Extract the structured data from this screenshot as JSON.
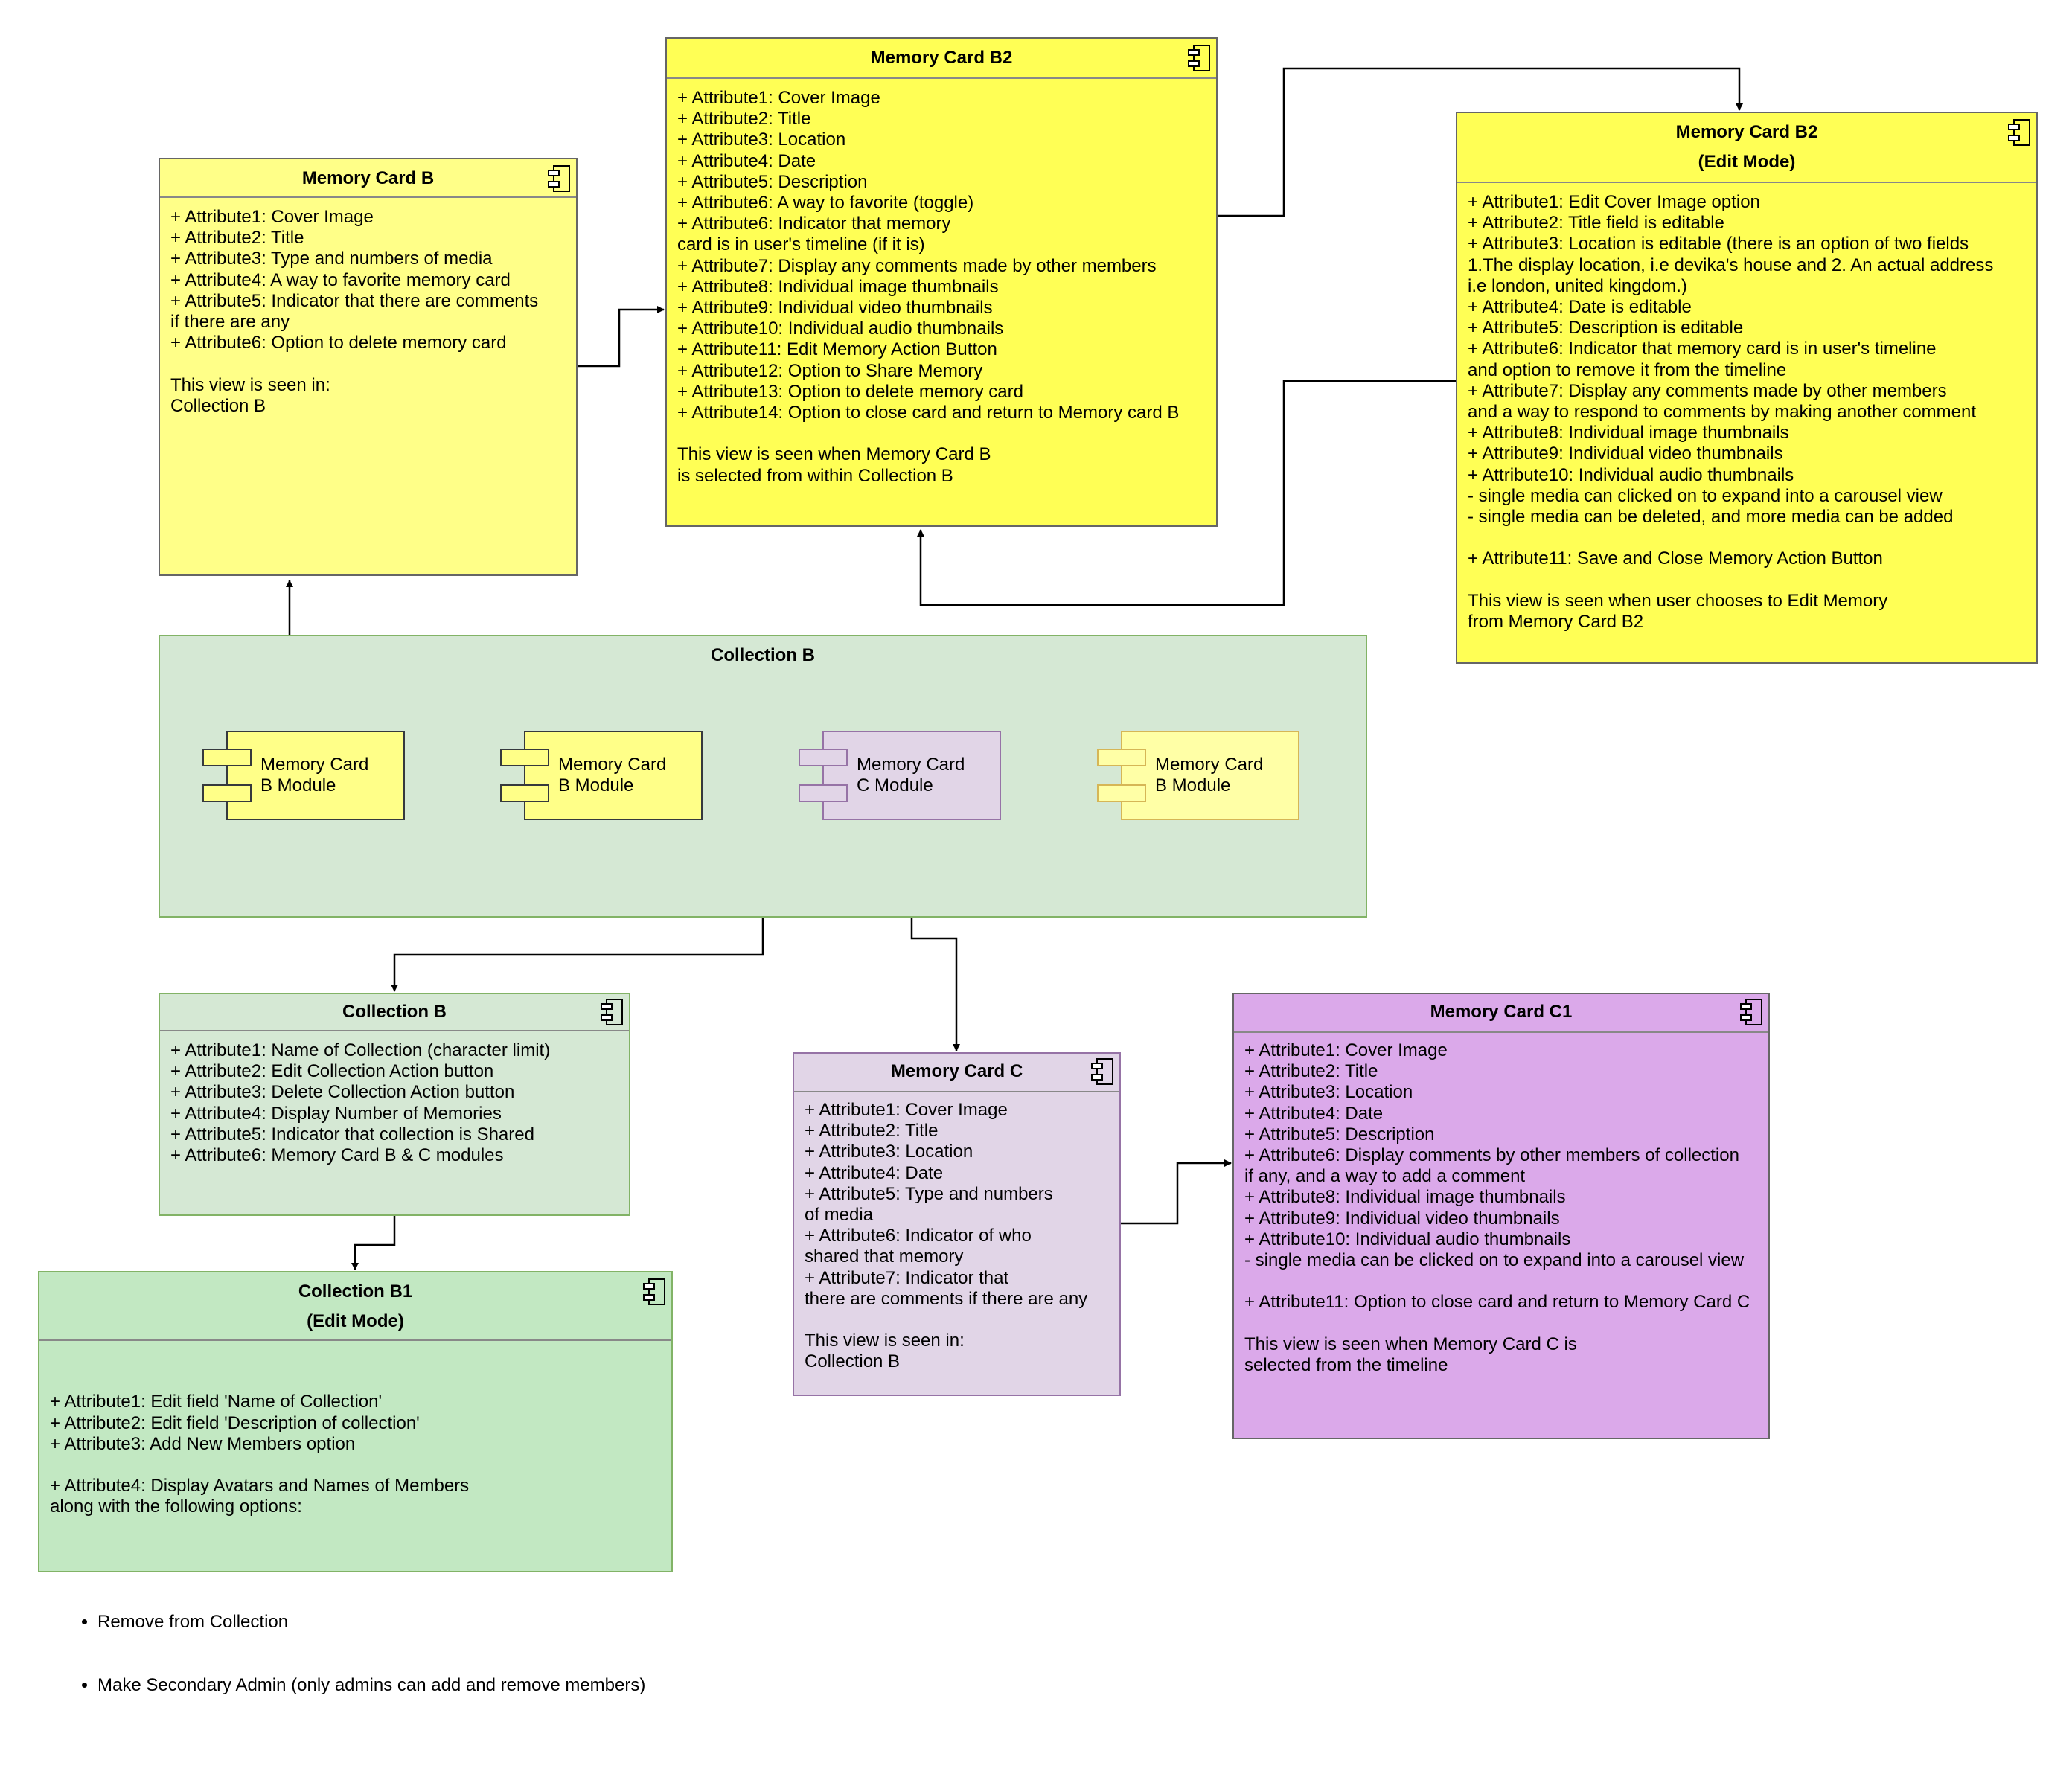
{
  "memory_card_b": {
    "title": "Memory Card B",
    "body": "+ Attribute1: Cover Image\n+ Attribute2: Title\n+ Attribute3: Type and numbers of media\n+ Attribute4: A way to favorite memory card\n+ Attribute5: Indicator that there are comments\nif there are any\n+ Attribute6: Option to delete memory card\n\nThis view is seen in:\nCollection B"
  },
  "memory_card_b2": {
    "title": "Memory Card B2",
    "body": "+ Attribute1: Cover Image\n+ Attribute2: Title\n+ Attribute3: Location\n+ Attribute4: Date\n+ Attribute5: Description\n+ Attribute6: A way to favorite (toggle)\n+ Attribute6: Indicator that memory\ncard is in user's timeline (if it is)\n+ Attribute7: Display any comments made by other members\n+ Attribute8: Individual image thumbnails\n+ Attribute9: Individual video thumbnails\n+ Attribute10: Individual audio thumbnails\n+ Attribute11: Edit Memory Action Button\n+ Attribute12: Option to Share Memory\n+ Attribute13: Option to delete memory card\n+ Attribute14: Option to close card and return to Memory card B\n\nThis view is seen when Memory Card B\nis selected from within Collection B"
  },
  "memory_card_b2_edit": {
    "title": "Memory Card B2",
    "subtitle": "(Edit Mode)",
    "body": "+ Attribute1: Edit Cover Image option\n+ Attribute2: Title field is editable\n+ Attribute3: Location is editable (there is an option of two fields\n1.The display location, i.e devika's house and 2. An actual address\ni.e london, united kingdom.)\n+ Attribute4: Date is editable\n+ Attribute5: Description is editable\n+ Attribute6: Indicator that memory card is in user's timeline\nand option to remove it from the timeline\n+ Attribute7: Display any comments made by other members\nand a way to respond to comments by making another comment\n+ Attribute8: Individual image thumbnails\n+ Attribute9: Individual video thumbnails\n+ Attribute10: Individual audio thumbnails\n- single media can clicked on to expand into a carousel view\n- single media can be deleted, and more media can be added\n\n+ Attribute11: Save and Close Memory Action Button\n\nThis view is seen when user chooses to Edit Memory\nfrom Memory Card B2"
  },
  "collection_container": {
    "title": "Collection B",
    "modules": [
      {
        "label": "Memory Card\nB Module"
      },
      {
        "label": "Memory Card\nB Module"
      },
      {
        "label": "Memory Card\nC Module"
      },
      {
        "label": "Memory Card\nB Module"
      }
    ]
  },
  "collection_b": {
    "title": "Collection B",
    "body": "+ Attribute1: Name of Collection (character limit)\n+ Attribute2: Edit Collection Action button\n+ Attribute3: Delete Collection Action button\n+ Attribute4: Display Number of Memories\n+ Attribute5: Indicator that collection is Shared\n+ Attribute6: Memory Card B & C modules"
  },
  "collection_b1": {
    "title": "Collection B1",
    "subtitle": "(Edit Mode)",
    "body": "+ Attribute1: Edit field 'Name of Collection'\n+ Attribute2: Edit field 'Description of collection'\n+ Attribute3: Add New Members option\n\n+ Attribute4: Display Avatars and Names of Members\nalong with the following options:",
    "bullets": [
      "Remove from Collection",
      "Make Secondary Admin (only admins can add and remove members)"
    ]
  },
  "memory_card_c": {
    "title": "Memory Card C",
    "body": "+ Attribute1: Cover Image\n+ Attribute2: Title\n+ Attribute3: Location\n+ Attribute4: Date\n+ Attribute5: Type and numbers\nof media\n+ Attribute6: Indicator of who\nshared that memory\n+ Attribute7: Indicator that\nthere are comments if there are any\n\nThis view is seen in:\nCollection B"
  },
  "memory_card_c1": {
    "title": "Memory Card C1",
    "body": "+ Attribute1: Cover Image\n+ Attribute2: Title\n+ Attribute3: Location\n+ Attribute4: Date\n+ Attribute5: Description\n+ Attribute6: Display comments by other members of collection\nif any, and a way to add a comment\n+ Attribute8: Individual image thumbnails\n+ Attribute9: Individual video thumbnails\n+ Attribute10: Individual audio thumbnails\n- single media can be clicked on to expand into a carousel view\n\n+ Attribute11: Option to close card and return to Memory Card C\n\nThis view is seen when Memory Card C is\nselected from the timeline"
  },
  "colors": {
    "yellow_light": "#ffff88",
    "yellow_strong": "#ffff55",
    "green_container": "#d5e8d4",
    "green_box": "#c2e8c2",
    "purple_light": "#e1d5e7",
    "purple_strong": "#dba9ea"
  },
  "icons": [
    "component-icon"
  ]
}
